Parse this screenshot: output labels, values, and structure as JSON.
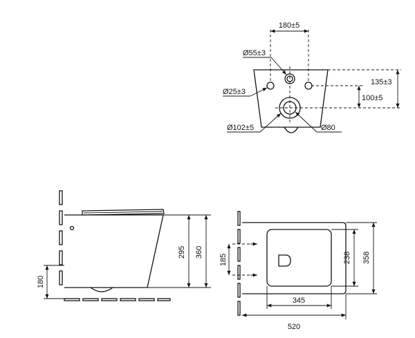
{
  "top_view": {
    "dim_spacing": "180±5",
    "dim_hole_large": "Ø55±3",
    "dim_hole_small": "Ø25±3",
    "dim_outlet": "Ø102±5",
    "dim_inner": "Ø80",
    "dim_height_upper": "135±3",
    "dim_height_lower": "100±5"
  },
  "side_view": {
    "dim_bolt_height": "180",
    "dim_total_height": "360",
    "dim_front_height": "295"
  },
  "plan_view": {
    "dim_bolt_spacing": "185",
    "dim_bowl_depth": "238",
    "dim_total_width": "358",
    "dim_bowl_length": "345",
    "dim_total_length": "520"
  }
}
